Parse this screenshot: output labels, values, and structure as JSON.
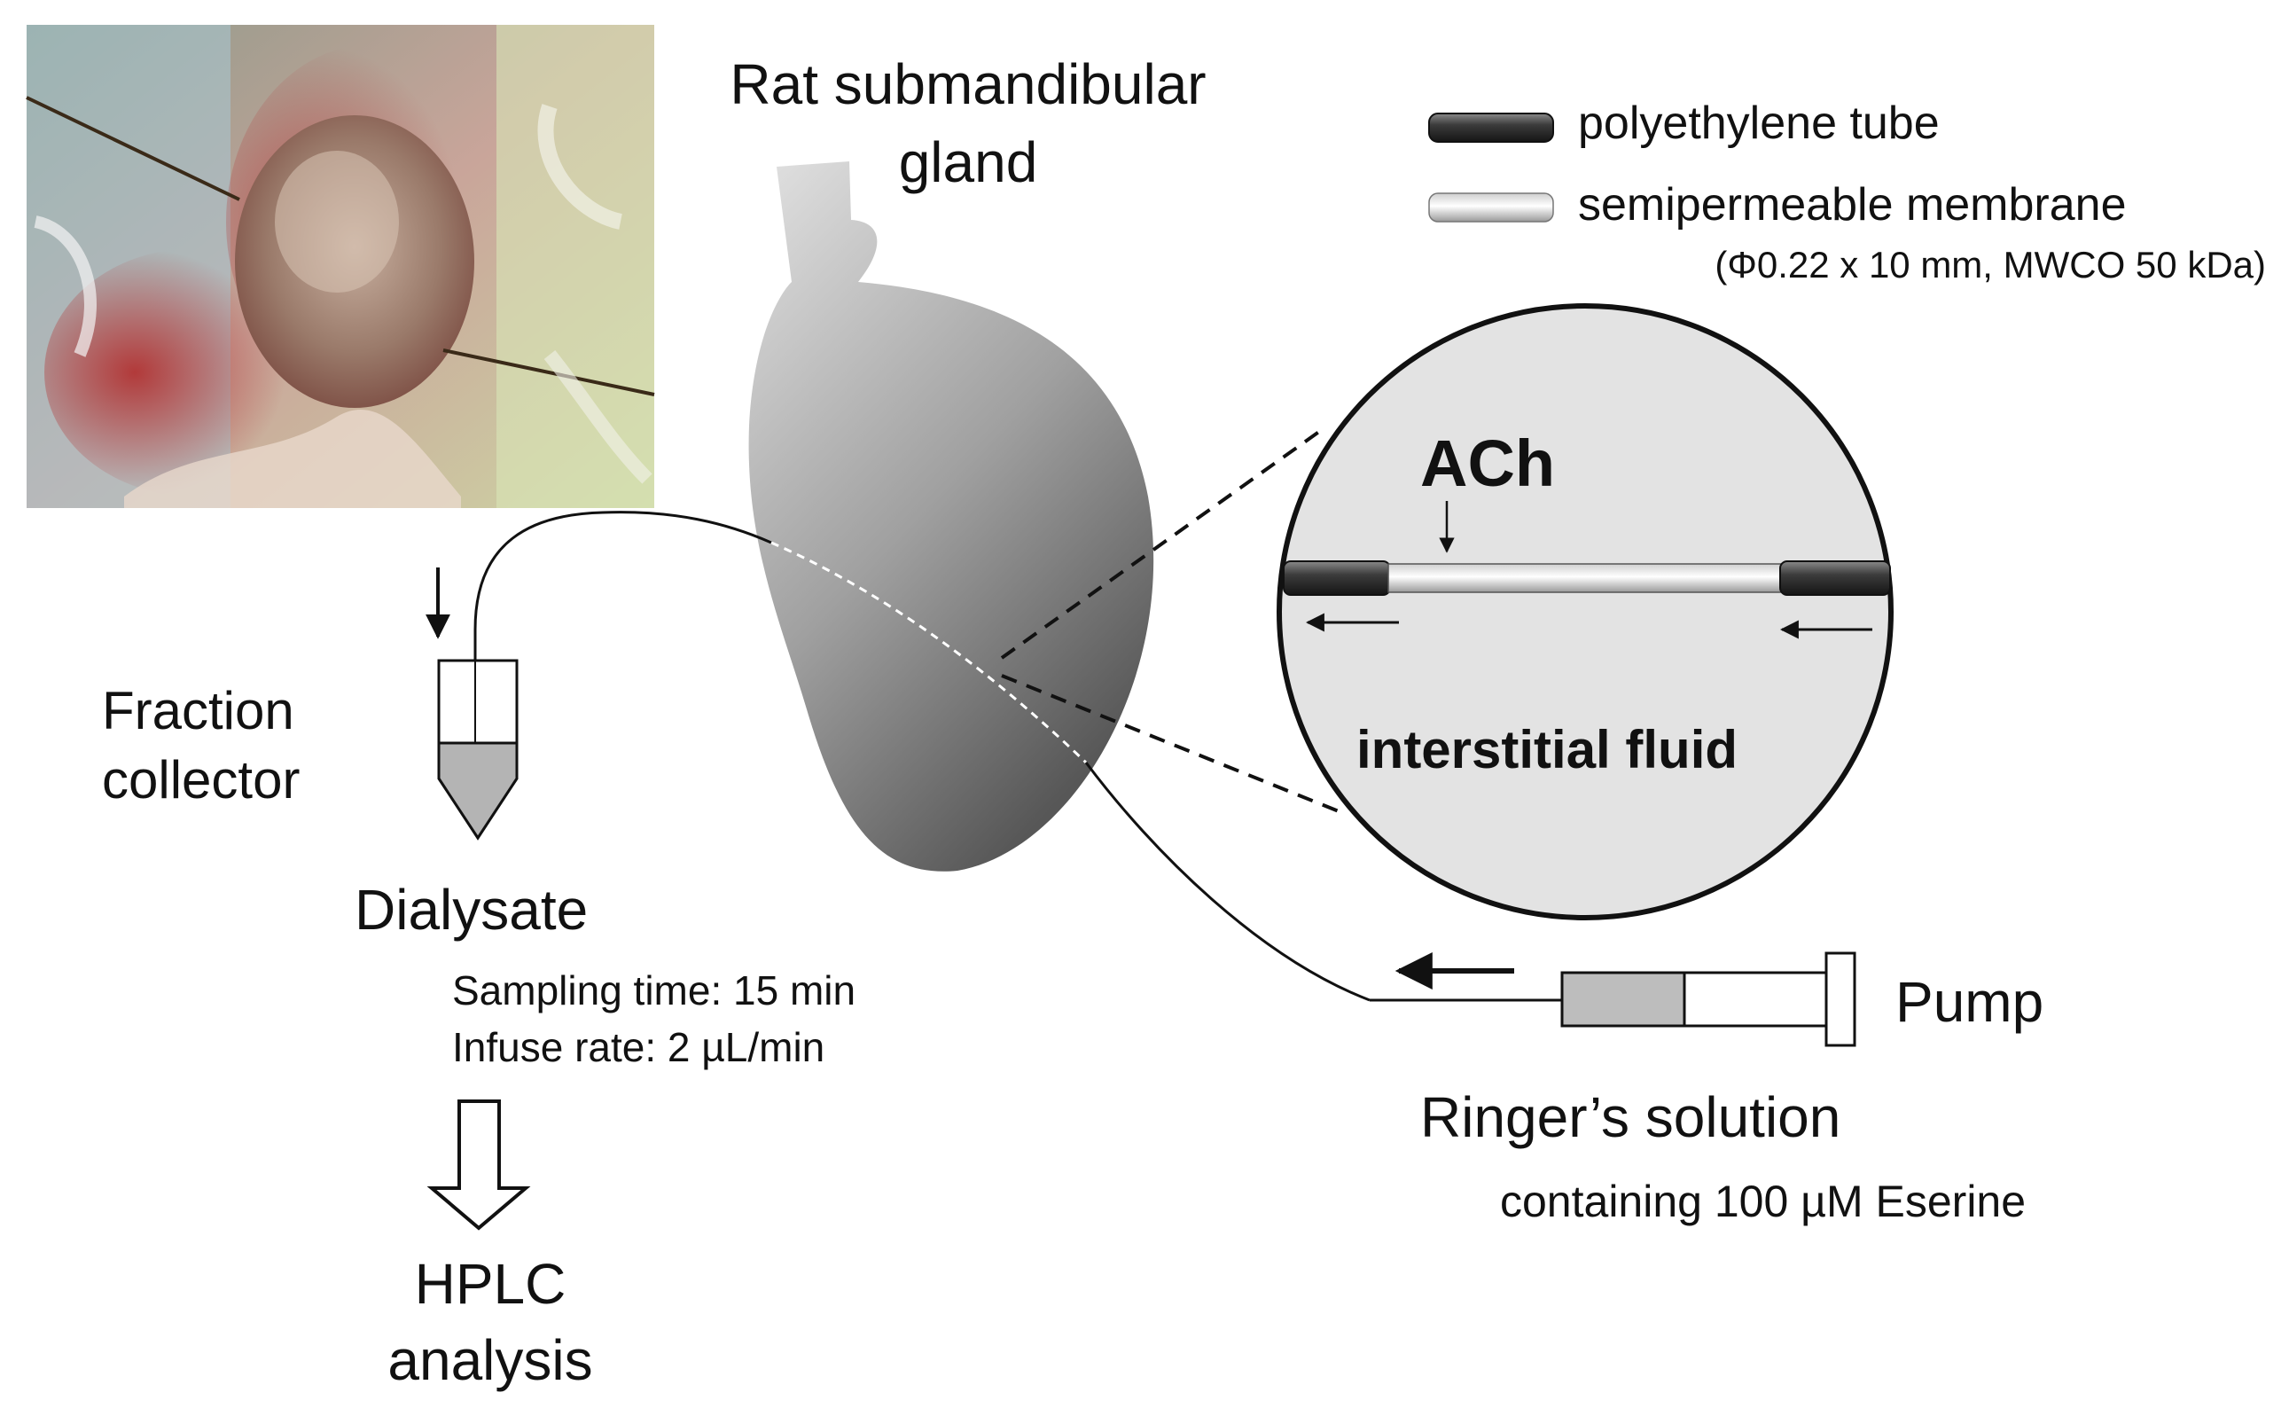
{
  "labels": {
    "gland_title_line1": "Rat submandibular",
    "gland_title_line2": "gland",
    "fraction_line1": "Fraction",
    "fraction_line2": "collector",
    "dialysate": "Dialysate",
    "sampling": "Sampling time: 15 min",
    "infuse": "Infuse rate: 2 µL/min",
    "hplc_line1": "HPLC",
    "hplc_line2": "analysis",
    "pump": "Pump",
    "ringer": "Ringer’s solution",
    "ringer_sub": "containing 100 µM Eserine",
    "ach": "ACh",
    "interstitial": "interstitial fluid"
  },
  "legend": {
    "tube": "polyethylene tube",
    "membrane": "semipermeable membrane",
    "membrane_spec": "(Φ0.22 x 10 mm, MWCO 50 kDa)"
  },
  "photo": {
    "description_icon": "surgical-photo-image"
  },
  "colors": {
    "gland_light": "#dcdcdc",
    "gland_dark": "#5a5a5a",
    "circle_fill": "#e3e3e3",
    "tube_dark": "#3a3a3a",
    "membrane_light": "#f4f4f4",
    "collector_fill": "#b4b4b4",
    "syringe_fill": "#bdbdbd"
  }
}
